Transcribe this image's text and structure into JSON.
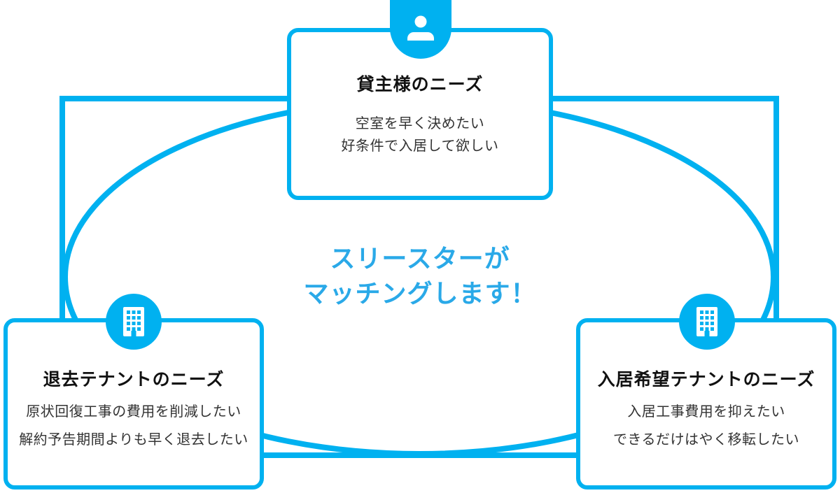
{
  "colors": {
    "shape_blue": "#00b1f0",
    "center_text_blue": "#2aa9e8",
    "title_color": "#111111",
    "body_color": "#333333",
    "card_background": "#ffffff"
  },
  "center_message": {
    "line1": "スリースターが",
    "line2": "マッチングします！"
  },
  "cards": {
    "landlord": {
      "icon": "person-icon",
      "title": "貸主様のニーズ",
      "needs": [
        "空室を早く決めたい",
        "好条件で入居して欲しい"
      ]
    },
    "vacating_tenant": {
      "icon": "building-icon",
      "title": "退去テナントのニーズ",
      "needs": [
        "原状回復工事の費用を削減したい",
        "解約予告期間よりも早く退去したい"
      ]
    },
    "incoming_tenant": {
      "icon": "building-icon",
      "title": "入居希望テナントのニーズ",
      "needs": [
        "入居工事費用を抑えたい",
        "できるだけはやく移転したい"
      ]
    }
  }
}
